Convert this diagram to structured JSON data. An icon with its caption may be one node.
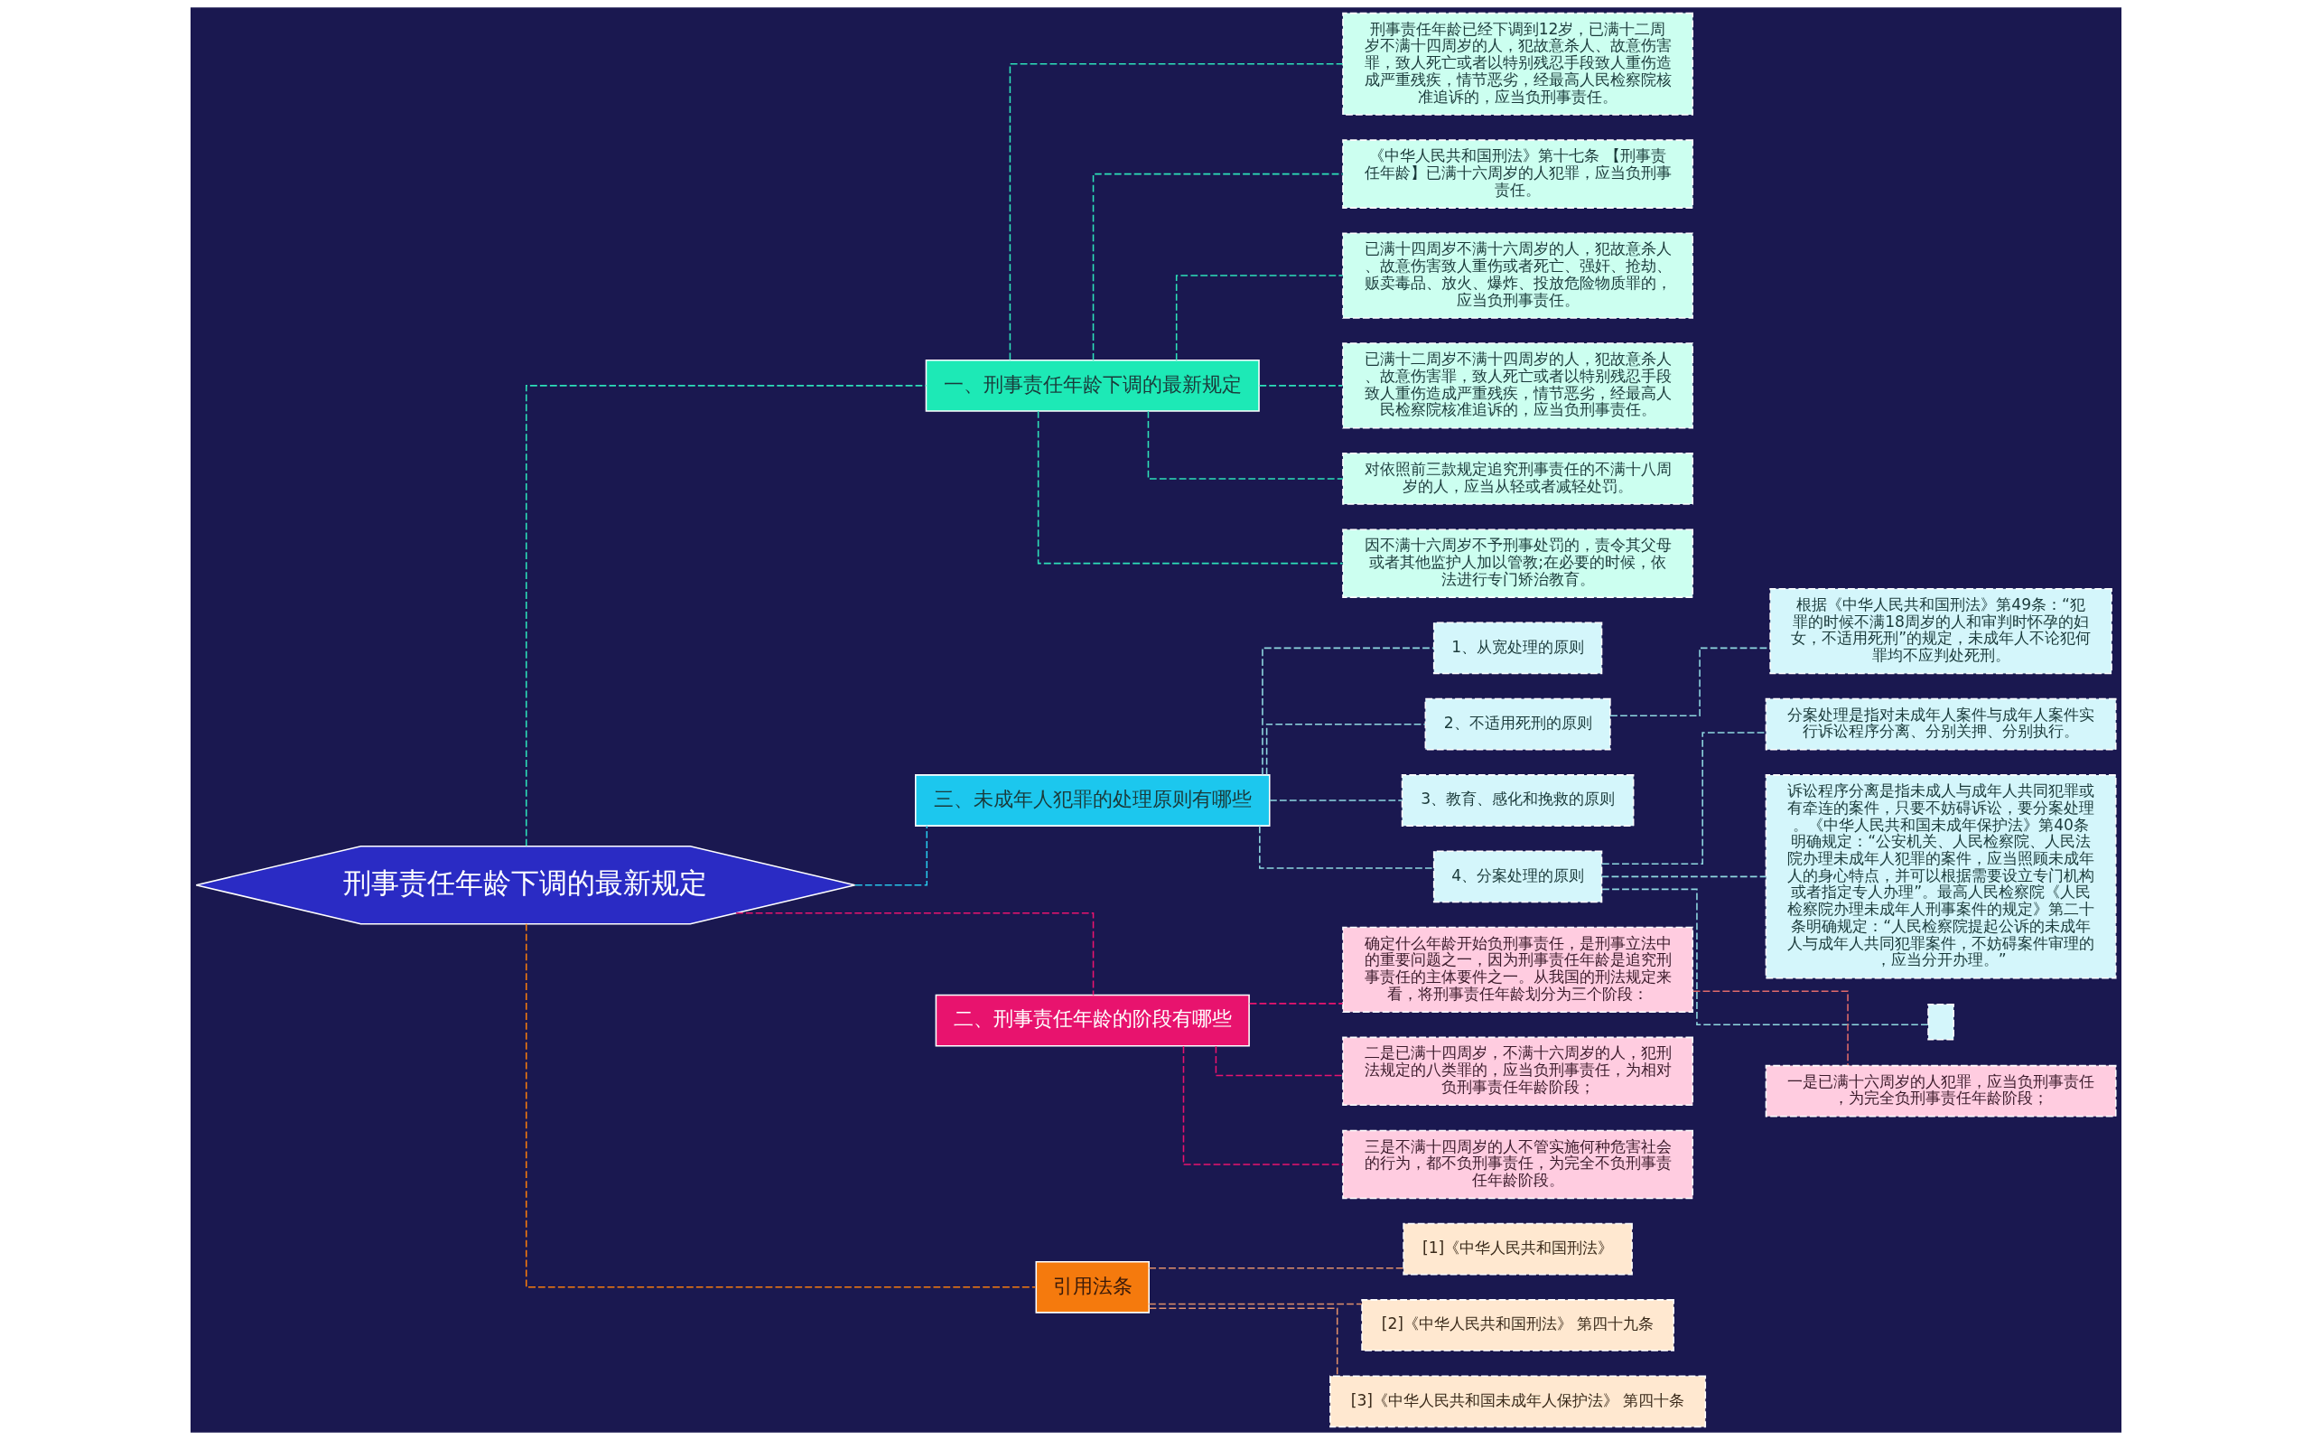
{
  "diagram": {
    "nodes": [
      {
        "text": [
          "刑事责任年龄下调的最新规定"
        ]
      },
      {
        "text": [
          "一、刑事责任年龄下调的最新规定"
        ]
      },
      {
        "text": [
          "刑事责任年龄已经下调到12岁，已满十二周岁不满十四周岁的人，犯故意杀人、故意伤害罪，致人死亡或者以特别残忍手段致人重伤造成严重残疾，情节恶劣，经最高人民检察院核准追诉的，应当负刑事责任。"
        ]
      },
      {
        "text": [
          "《中华人民共和国刑法》第十七条 【刑事责任年龄】已满十六周岁的人犯罪，应当负刑事责任。"
        ]
      },
      {
        "text": [
          "已满十四周岁不满十六周岁的人，犯故意杀人、故意伤害致人重伤或者死亡、强奸、抢劫、贩卖毒品、放火、爆炸、投放危险物质罪的，应当负刑事责任。"
        ]
      },
      {
        "text": [
          "已满十二周岁不满十四周岁的人，犯故意杀人、故意伤害罪，致人死亡或者以特别残忍手段致人重伤造成严重残疾，情节恶劣，经最高人民检察院核准追诉的，应当负刑事责任。"
        ]
      },
      {
        "text": [
          "对依照前三款规定追究刑事责任的不满十八周岁的人，应当从轻或者减轻处罚。"
        ]
      },
      {
        "text": [
          "因不满十六周岁不予刑事处罚的，责令其父母或者其他监护人加以管教;在必要的时候，依法进行专门矫治教育。"
        ]
      },
      {
        "text": [
          "三、未成年人犯罪的处理原则有哪些"
        ]
      },
      {
        "text": [
          "1、从宽处理的原则"
        ]
      },
      {
        "text": [
          "2、不适用死刑的原则"
        ]
      },
      {
        "text": [
          "根据《中华人民共和国刑法》第49条：“犯罪的时候不满18周岁的人和审判时怀孕的妇女，不适用死刑”的规定，未成年人不论犯何罪均不应判处死刑。"
        ]
      },
      {
        "text": [
          "3、教育、感化和挽救的原则"
        ]
      },
      {
        "text": [
          "4、分案处理的原则"
        ]
      },
      {
        "text": [
          "分案处理是指对未成年人案件与成年人案件实行诉讼程序分离、分别关押、分别执行。"
        ]
      },
      {
        "text": [
          "诉讼程序分离是指未成人与成年人共同犯罪或有牵连的案件，只要不妨碍诉讼，要分案处理。《中华人民共和国未成年保护法》第40条明确规定：“公安机关、人民检察院、人民法院办理未成年人犯罪的案件，应当照顾未成年人的身心特点，并可以根据需要设立专门机构或者指定专人办理”。最高人民检察院《人民检察院办理未成年人刑事案件的规定》第二十条明确规定：“人民检察院提起公诉的未成年人与成年人共同犯罪案件，不妨碍案件审理的，应当分开办理。”"
        ]
      },
      {
        "text": [],
        "shape": "box"
      },
      {
        "text": [
          "二、刑事责任年龄的阶段有哪些"
        ]
      },
      {
        "text": [
          "确定什么年龄开始负刑事责任，是刑事立法中的重要问题之一，因为刑事责任年龄是追究刑事责任的主体要件之一。从我国的刑法规定来看，将刑事责任年龄划分为三个阶段："
        ]
      },
      {
        "text": [
          "一是已满十六周岁的人犯罪，应当负刑事责任，为完全负刑事责任年龄阶段；"
        ]
      },
      {
        "text": [
          "二是已满十四周岁，不满十六周岁的人，犯刑法规定的八类罪的，应当负刑事责任，为相对负刑事责任年龄阶段；"
        ]
      },
      {
        "text": [
          "三是不满十四周岁的人不管实施何种危害社会的行为，都不负刑事责任，为完全不负刑事责任年龄阶段。"
        ]
      },
      {
        "text": [
          "引用法条"
        ]
      },
      {
        "text": [
          "[1]《中华人民共和国刑法》"
        ]
      },
      {
        "text": [
          "[2]《中华人民共和国刑法》 第四十九条"
        ]
      },
      {
        "text": [
          "[3]《中华人民共和国未成年人保护法》 第四十条"
        ]
      }
    ],
    "edges": [
      {
        "from": 0,
        "to": 1,
        "arrow": "none",
        "style": "dashed",
        "color": "#2de0b8"
      },
      {
        "from": 1,
        "to": 2,
        "arrow": "none",
        "style": "dashed",
        "color": "#2de0b8"
      },
      {
        "from": 1,
        "to": 3,
        "arrow": "none",
        "style": "dashed",
        "color": "#2de0b8"
      },
      {
        "from": 1,
        "to": 4,
        "arrow": "none",
        "style": "dashed",
        "color": "#2de0b8"
      },
      {
        "from": 1,
        "to": 5,
        "arrow": "none",
        "style": "dashed",
        "color": "#2de0b8"
      },
      {
        "from": 1,
        "to": 6,
        "arrow": "none",
        "style": "dashed",
        "color": "#2de0b8"
      },
      {
        "from": 1,
        "to": 7,
        "arrow": "none",
        "style": "dashed",
        "color": "#2de0b8"
      },
      {
        "from": 0,
        "to": 8,
        "arrow": "none",
        "style": "dashed",
        "color": "#27c6e8"
      },
      {
        "from": 8,
        "to": 9,
        "arrow": "none",
        "style": "dashed",
        "color": "#8fd8e0"
      },
      {
        "from": 8,
        "to": 10,
        "arrow": "none",
        "style": "dashed",
        "color": "#8fd8e0"
      },
      {
        "from": 10,
        "to": 11,
        "arrow": "none",
        "style": "dashed",
        "color": "#8fd8e0"
      },
      {
        "from": 8,
        "to": 12,
        "arrow": "none",
        "style": "dashed",
        "color": "#8fd8e0"
      },
      {
        "from": 8,
        "to": 13,
        "arrow": "none",
        "style": "dashed",
        "color": "#8fd8e0"
      },
      {
        "from": 13,
        "to": 14,
        "arrow": "none",
        "style": "dashed",
        "color": "#8fd8e0"
      },
      {
        "from": 13,
        "to": 15,
        "arrow": "none",
        "style": "dashed",
        "color": "#8fd8e0"
      },
      {
        "from": 13,
        "to": 16,
        "arrow": "none",
        "style": "dashed",
        "color": "#8fd8e0"
      },
      {
        "from": 0,
        "to": 17,
        "arrow": "none",
        "style": "dashed",
        "color": "#e8136e"
      },
      {
        "from": 17,
        "to": 18,
        "arrow": "none",
        "style": "dashed",
        "color": "#e8136e"
      },
      {
        "from": 18,
        "to": 19,
        "arrow": "none",
        "style": "dashed",
        "color": "#e06a6a"
      },
      {
        "from": 17,
        "to": 20,
        "arrow": "none",
        "style": "dashed",
        "color": "#e8136e"
      },
      {
        "from": 17,
        "to": 21,
        "arrow": "none",
        "style": "dashed",
        "color": "#e8136e"
      },
      {
        "from": 0,
        "to": 22,
        "arrow": "none",
        "style": "dashed",
        "color": "#f57a0d"
      },
      {
        "from": 22,
        "to": 23,
        "arrow": "none",
        "style": "dashed",
        "color": "#e0906a"
      },
      {
        "from": 22,
        "to": 24,
        "arrow": "none",
        "style": "dashed",
        "color": "#e0906a"
      },
      {
        "from": 22,
        "to": 25,
        "arrow": "none",
        "style": "dashed",
        "color": "#e0906a"
      }
    ]
  }
}
